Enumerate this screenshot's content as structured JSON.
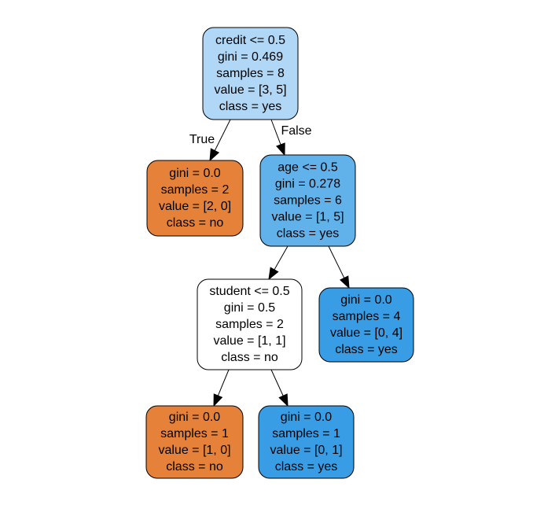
{
  "colors": {
    "no_strong": "#e58139",
    "yes_light": "#b0d7f6",
    "yes_medium": "#61b1ea",
    "yes_strong": "#399de5",
    "neutral": "#ffffff",
    "border": "#000000"
  },
  "nodes": [
    {
      "id": "root",
      "fill": "#b0d7f6",
      "lines": [
        "credit <= 0.5",
        "gini = 0.469",
        "samples = 8",
        "value = [3, 5]",
        "class = yes"
      ]
    },
    {
      "id": "credit-true-leaf",
      "fill": "#e58139",
      "lines": [
        "gini = 0.0",
        "samples = 2",
        "value = [2, 0]",
        "class = no"
      ]
    },
    {
      "id": "age-split",
      "fill": "#61b1ea",
      "lines": [
        "age <= 0.5",
        "gini = 0.278",
        "samples = 6",
        "value = [1, 5]",
        "class = yes"
      ]
    },
    {
      "id": "student-split",
      "fill": "#ffffff",
      "lines": [
        "student <= 0.5",
        "gini = 0.5",
        "samples = 2",
        "value = [1, 1]",
        "class = no"
      ]
    },
    {
      "id": "age-false-leaf",
      "fill": "#399de5",
      "lines": [
        "gini = 0.0",
        "samples = 4",
        "value = [0, 4]",
        "class = yes"
      ]
    },
    {
      "id": "student-true-leaf",
      "fill": "#e58139",
      "lines": [
        "gini = 0.0",
        "samples = 1",
        "value = [1, 0]",
        "class = no"
      ]
    },
    {
      "id": "student-false-leaf",
      "fill": "#399de5",
      "lines": [
        "gini = 0.0",
        "samples = 1",
        "value = [0, 1]",
        "class = yes"
      ]
    }
  ],
  "edges": [
    {
      "from": "root",
      "to": "credit-true-leaf",
      "label": "True"
    },
    {
      "from": "root",
      "to": "age-split",
      "label": "False"
    },
    {
      "from": "age-split",
      "to": "student-split",
      "label": ""
    },
    {
      "from": "age-split",
      "to": "age-false-leaf",
      "label": ""
    },
    {
      "from": "student-split",
      "to": "student-true-leaf",
      "label": ""
    },
    {
      "from": "student-split",
      "to": "student-false-leaf",
      "label": ""
    }
  ]
}
